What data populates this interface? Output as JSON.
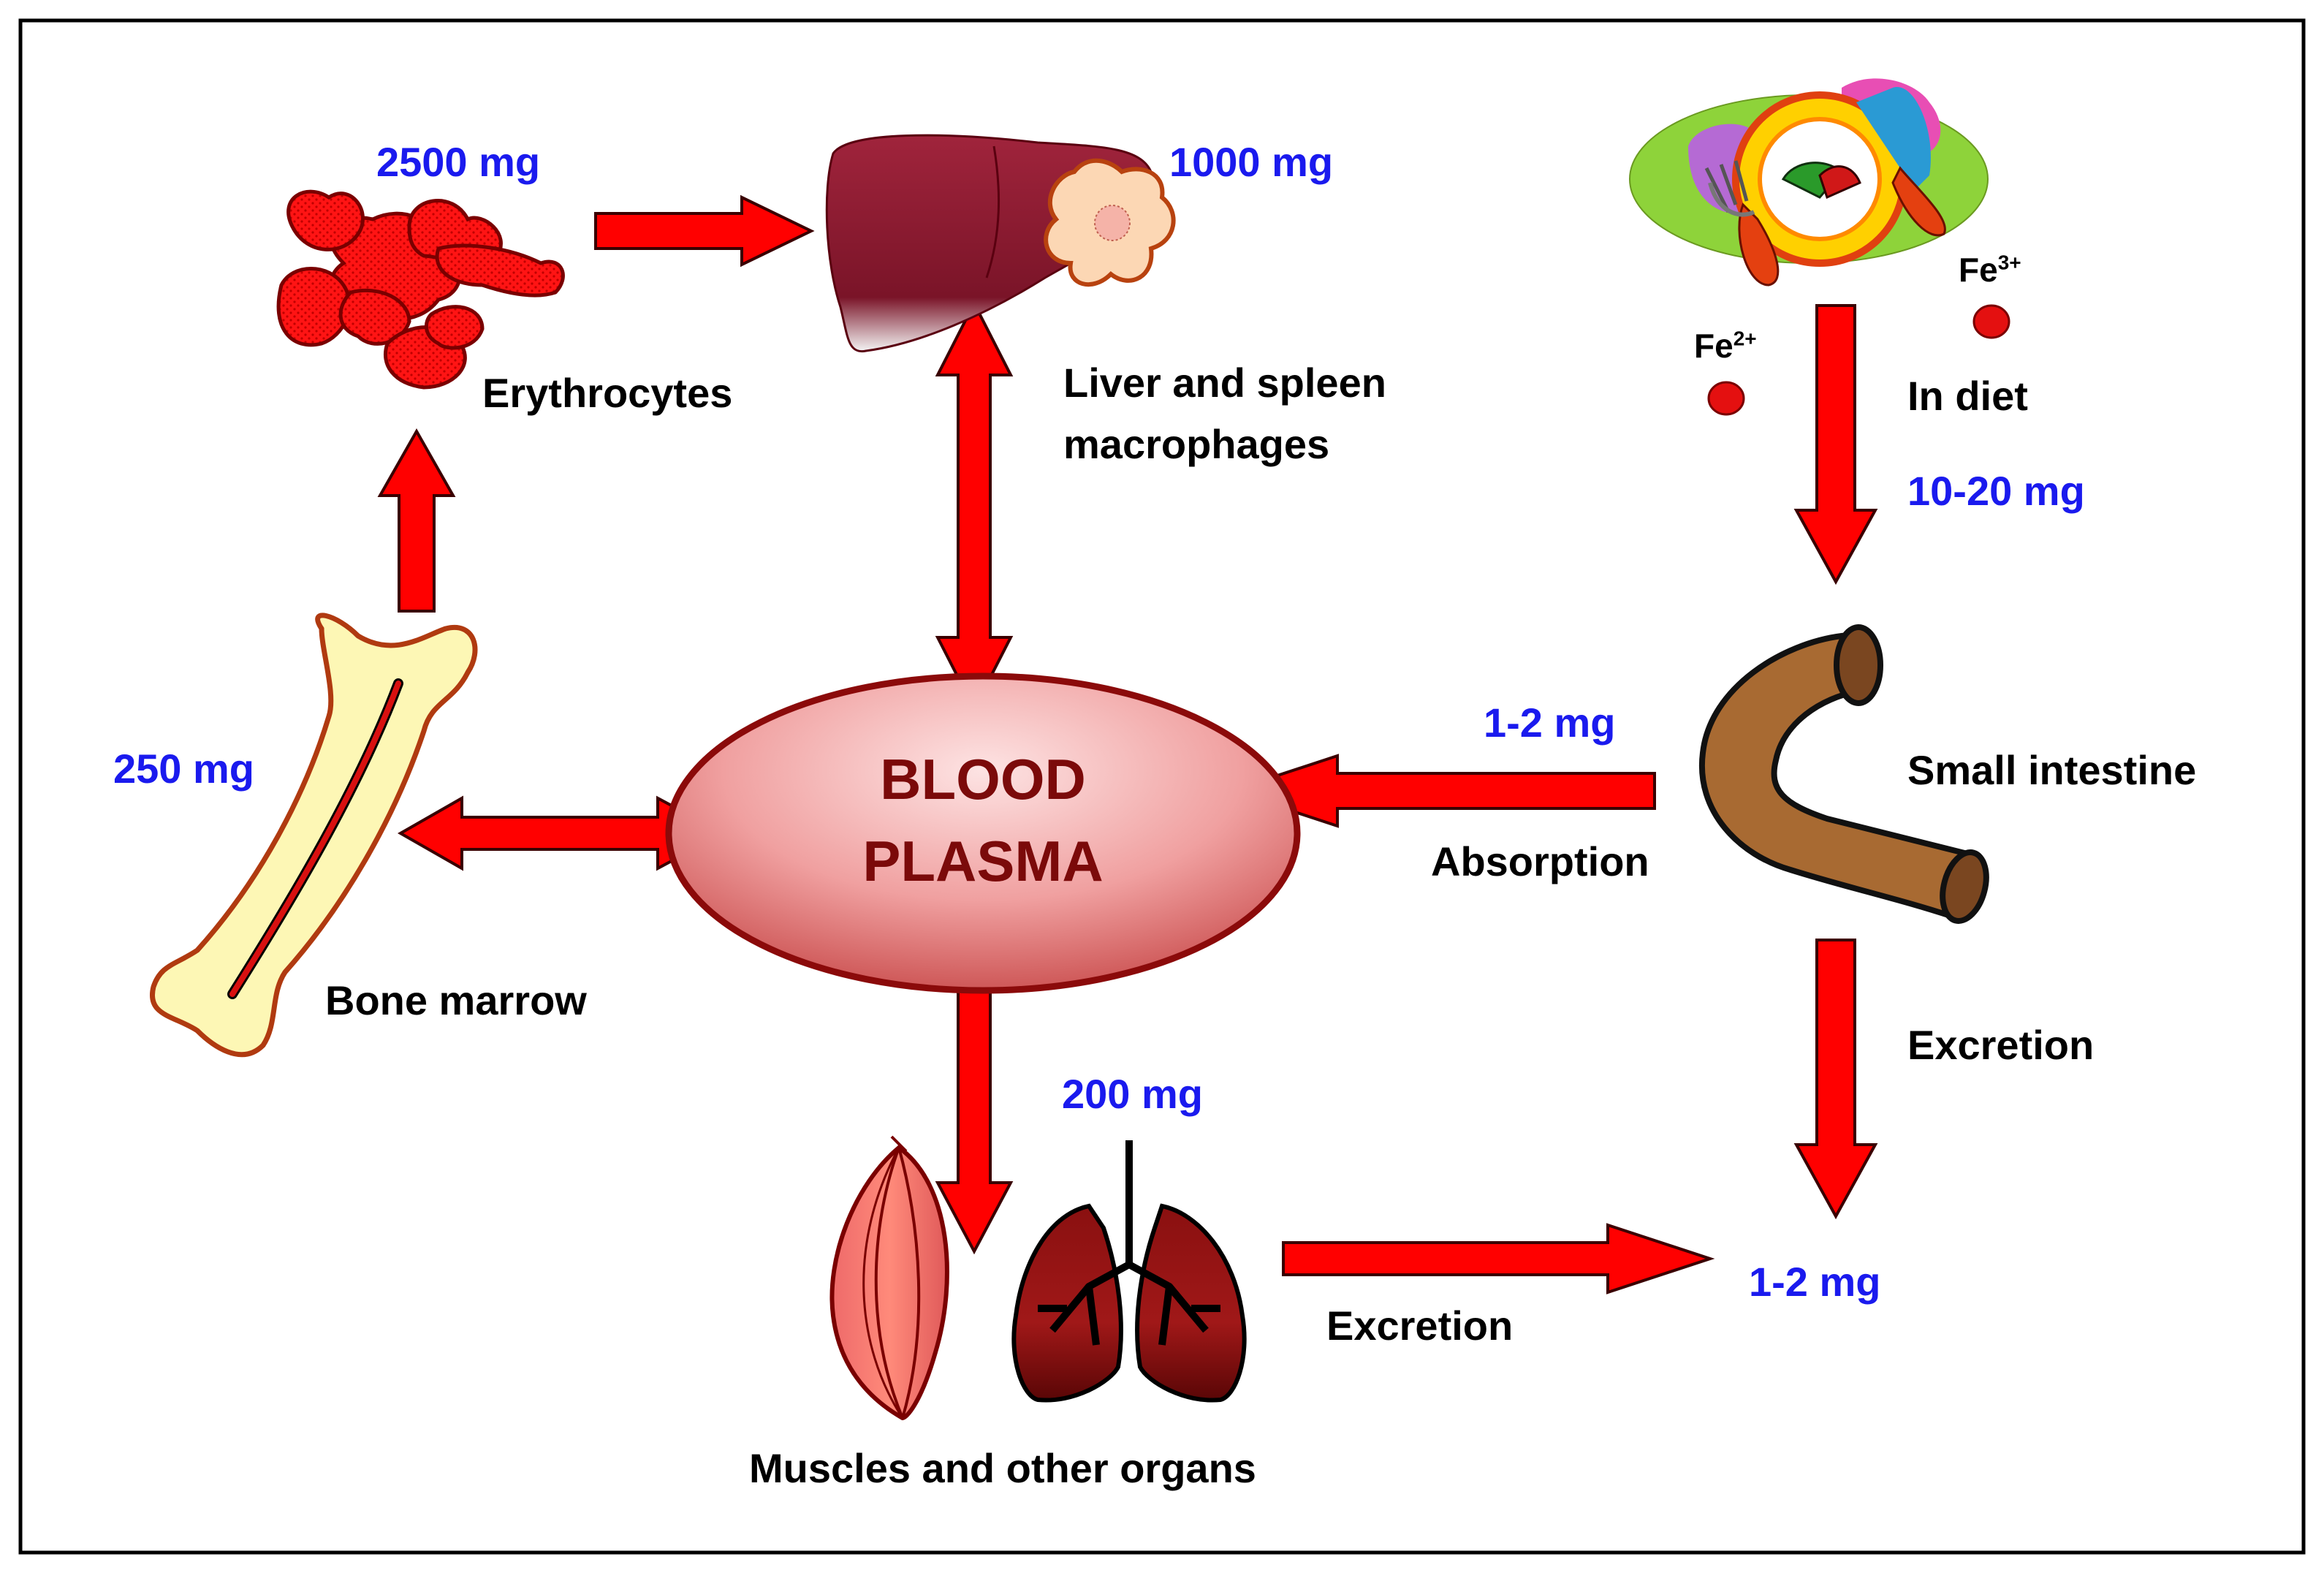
{
  "labels": {
    "erythrocytes": "Erythrocytes",
    "liver_line1": "Liver and spleen",
    "liver_line2": "macrophages",
    "in_diet": "In diet",
    "small_intestine": "Small intestine",
    "absorption": "Absorption",
    "bone_marrow": "Bone marrow",
    "excretion_right": "Excretion",
    "excretion_bottom": "Excretion",
    "muscles": "Muscles and other organs",
    "blood_line1": "BLOOD",
    "blood_line2": "PLASMA",
    "fe2_base": "Fe",
    "fe2_charge": "2+",
    "fe3_base": "Fe",
    "fe3_charge": "3+"
  },
  "amounts": {
    "erythrocytes": "2500 mg",
    "liver": "1000 mg",
    "diet": "10-20 mg",
    "absorption": "1-2 mg",
    "bone_marrow": "250 mg",
    "muscles": "200 mg",
    "excretion": "1-2 mg"
  },
  "colors": {
    "arrow_fill": "#ff0000",
    "arrow_stroke": "#3a0000",
    "amount_text": "#1a1aee",
    "plasma_text": "#7b0a0a"
  }
}
